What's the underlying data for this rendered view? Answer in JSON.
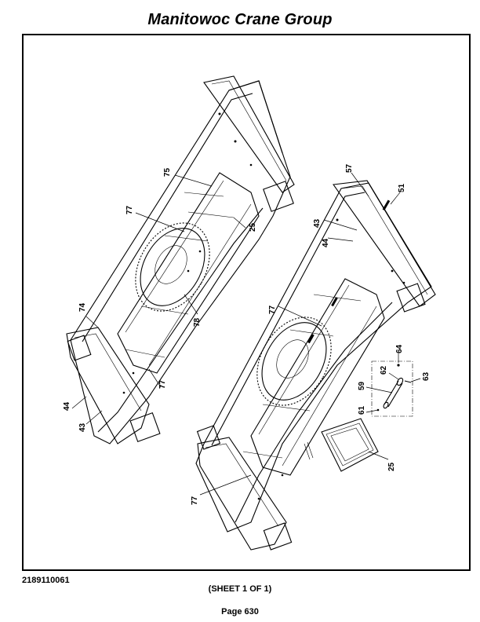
{
  "header": {
    "title": "Manitowoc Crane Group"
  },
  "footer": {
    "drawing_number": "2189110061",
    "sheet": "(SHEET 1 OF 1)",
    "page": "Page 630"
  },
  "callouts": {
    "c75": "75",
    "c77a": "77",
    "c25a": "25",
    "c78": "78",
    "c74": "74",
    "c77b": "77",
    "c44a": "44",
    "c43a": "43",
    "c57": "57",
    "c51": "51",
    "c43b": "43",
    "c44b": "44",
    "c77c": "77",
    "c64": "64",
    "c62": "62",
    "c63": "63",
    "c59": "59",
    "c61": "61",
    "c25b": "25",
    "c77d": "77"
  }
}
